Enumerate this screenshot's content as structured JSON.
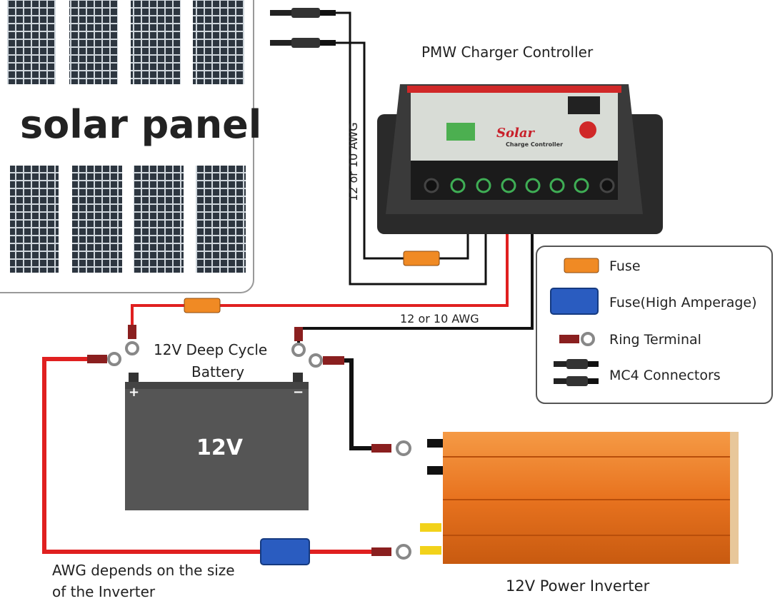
{
  "solar_panel": {
    "label": "solar panel"
  },
  "controller": {
    "title": "PMW Charger Controller",
    "brand": "Solar",
    "subtitle": "Charge Controller"
  },
  "wires": {
    "panel_gauge": "12 or 10 AWG",
    "battery_gauge": "12 or 10 AWG",
    "inverter_note_line1": "AWG depends on the size",
    "inverter_note_line2": "of the Inverter"
  },
  "battery": {
    "label_line1": "12V Deep Cycle",
    "label_line2": "Battery",
    "voltage": "12V",
    "plus": "+",
    "minus": "−"
  },
  "inverter": {
    "label": "12V Power Inverter"
  },
  "legend": {
    "items": [
      {
        "icon": "fuse-icon",
        "label": "Fuse"
      },
      {
        "icon": "high-amperage-fuse-icon",
        "label": "Fuse(High Amperage)"
      },
      {
        "icon": "ring-terminal-icon",
        "label": "Ring Terminal"
      },
      {
        "icon": "mc4-connector-icon",
        "label": "MC4 Connectors"
      }
    ]
  },
  "colors": {
    "positive_wire": "#e02020",
    "negative_wire": "#111111",
    "fuse": "#f08a24",
    "high_amp_fuse": "#2a5cc0",
    "inverter": "#e8731f",
    "battery": "#555555"
  }
}
